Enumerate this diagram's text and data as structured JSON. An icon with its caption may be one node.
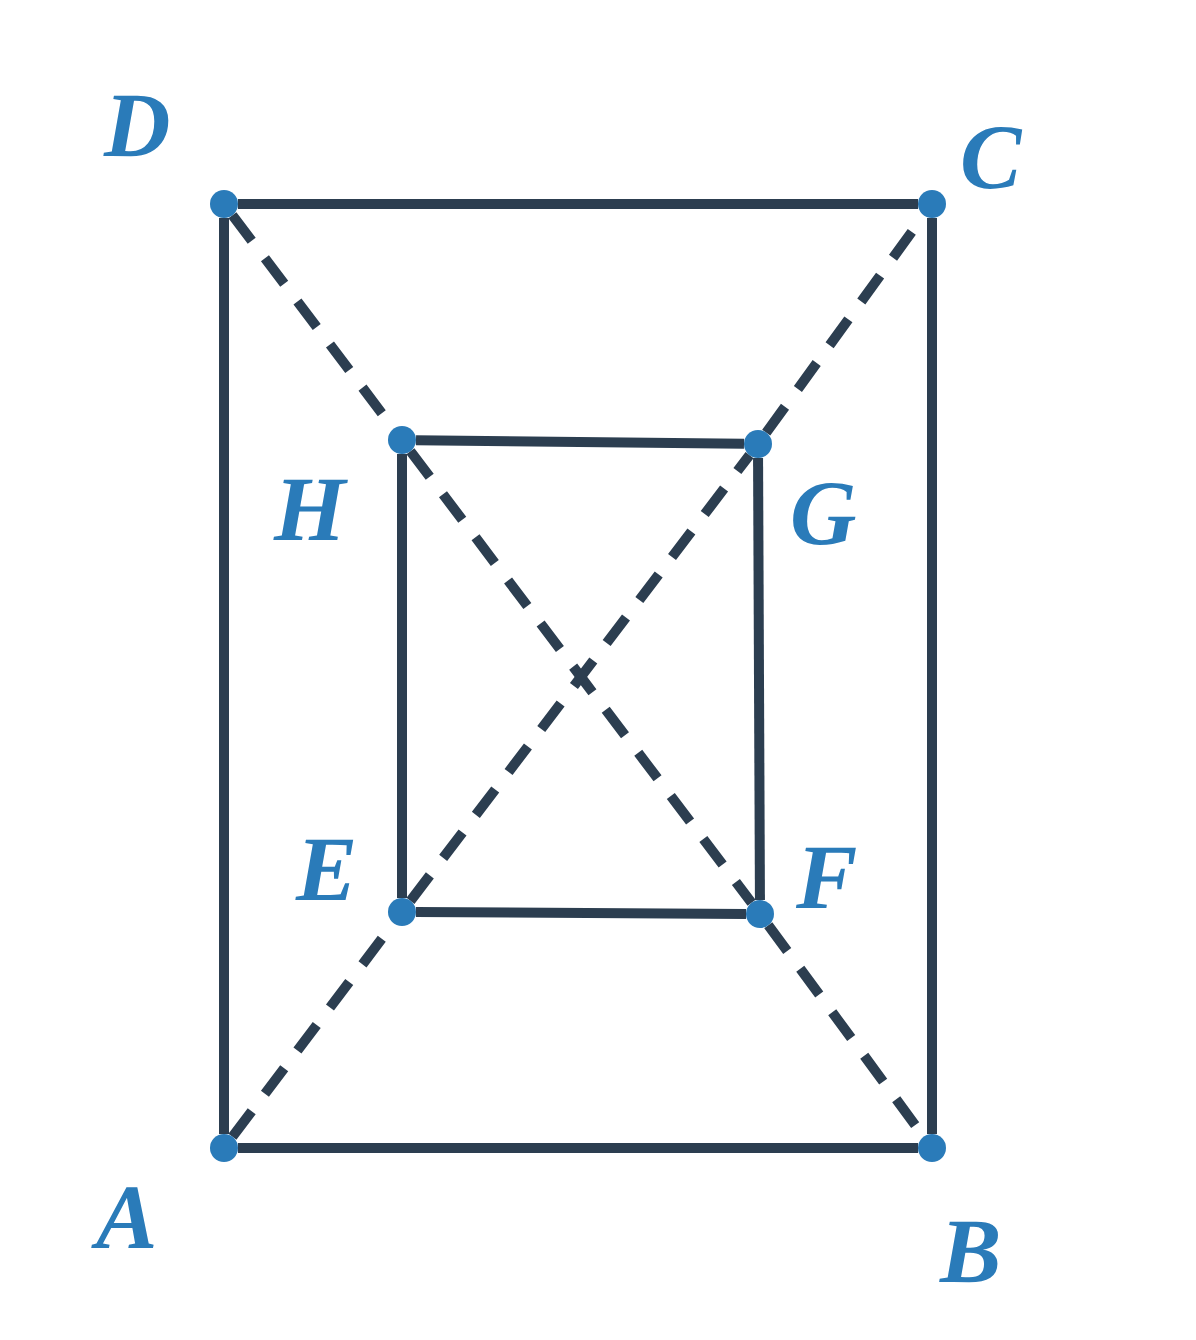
{
  "diagram": {
    "nodes": [
      {
        "text": [],
        "shape": "circle",
        "beside": [
          "A"
        ]
      },
      {
        "text": [],
        "shape": "circle",
        "beside": [
          "B"
        ]
      },
      {
        "text": [],
        "shape": "circle",
        "beside": [
          "C"
        ]
      },
      {
        "text": [],
        "shape": "circle",
        "beside": [
          "D"
        ]
      },
      {
        "text": [],
        "shape": "circle",
        "beside": [
          "E"
        ]
      },
      {
        "text": [],
        "shape": "circle",
        "beside": [
          "F"
        ]
      },
      {
        "text": [],
        "shape": "circle",
        "beside": [
          "G"
        ]
      },
      {
        "text": [],
        "shape": "circle",
        "beside": [
          "H"
        ]
      }
    ],
    "edges": [
      {
        "from": 0,
        "to": 1,
        "arrow": "none"
      },
      {
        "from": 1,
        "to": 2,
        "arrow": "none"
      },
      {
        "from": 2,
        "to": 3,
        "arrow": "none"
      },
      {
        "from": 3,
        "to": 0,
        "arrow": "none"
      },
      {
        "from": 4,
        "to": 5,
        "arrow": "none"
      },
      {
        "from": 5,
        "to": 6,
        "arrow": "none"
      },
      {
        "from": 6,
        "to": 7,
        "arrow": "none"
      },
      {
        "from": 7,
        "to": 4,
        "arrow": "none"
      },
      {
        "from": 3,
        "to": 7,
        "arrow": "none",
        "style": "dashed"
      },
      {
        "from": 7,
        "to": 5,
        "arrow": "none",
        "style": "dashed"
      },
      {
        "from": 5,
        "to": 1,
        "arrow": "none",
        "style": "dashed"
      },
      {
        "from": 0,
        "to": 4,
        "arrow": "none",
        "style": "dashed"
      },
      {
        "from": 4,
        "to": 6,
        "arrow": "none",
        "style": "dashed"
      },
      {
        "from": 6,
        "to": 2,
        "arrow": "none",
        "style": "dashed"
      }
    ]
  }
}
